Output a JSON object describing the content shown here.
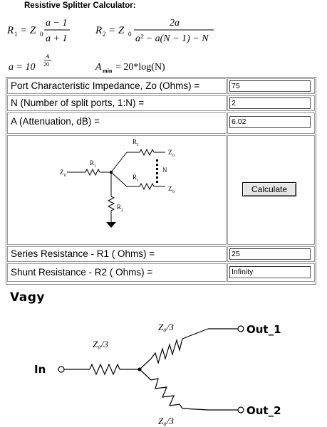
{
  "title": "Resistive Splitter Calculator:",
  "formulas": {
    "r1_lhs": "R",
    "r1_sub": "1",
    "r1_eq": "= Z",
    "r1_z_sub": "0",
    "r1_num": "a − 1",
    "r1_den": "a + 1",
    "r2_lhs": "R",
    "r2_sub": "2",
    "r2_eq": "= Z",
    "r2_z_sub": "0",
    "r2_num": "2a",
    "r2_den": "a² − a(N − 1) − N",
    "a_def": "a = 10",
    "a_exp_num": "A",
    "a_exp_den": "20",
    "amin_lhs": "A",
    "amin_sub": "min",
    "amin_rhs": "= 20*log(N)"
  },
  "form": {
    "rows": [
      {
        "label": "Port Characteristic Impedance, Zo (Ohms) =",
        "value": "75"
      },
      {
        "label": "N (Number of split ports, 1:N) =",
        "value": "2"
      },
      {
        "label": "A (Attenuation, dB) =",
        "value": "6.02"
      }
    ],
    "diagram": {
      "z0_in": "Z",
      "z0_in_sub": "0",
      "r1_a": "R",
      "r1_a_sub": "1",
      "r1_b": "R",
      "r1_b_sub": "1",
      "r1_c": "R",
      "r1_c_sub": "1",
      "r2": "R",
      "r2_sub": "2",
      "z0_out1": "Z",
      "z0_out1_sub": "0",
      "z0_out2": "Z",
      "z0_out2_sub": "0",
      "n_label": "N"
    },
    "calculate_label": "Calculate",
    "results": [
      {
        "label": "Series Resistance - R1 ( Ohms) =",
        "value": "25"
      },
      {
        "label": "Shunt Resistance - R2 ( Ohms) =",
        "value": "Infinity"
      }
    ]
  },
  "vagy": "Vagy",
  "circuit": {
    "in_label": "In",
    "out1_label": "Out_1",
    "out2_label": "Out_2",
    "series_label": "Z₀/3",
    "top_label": "Z₀/3",
    "bottom_label": "Z₀/3"
  }
}
